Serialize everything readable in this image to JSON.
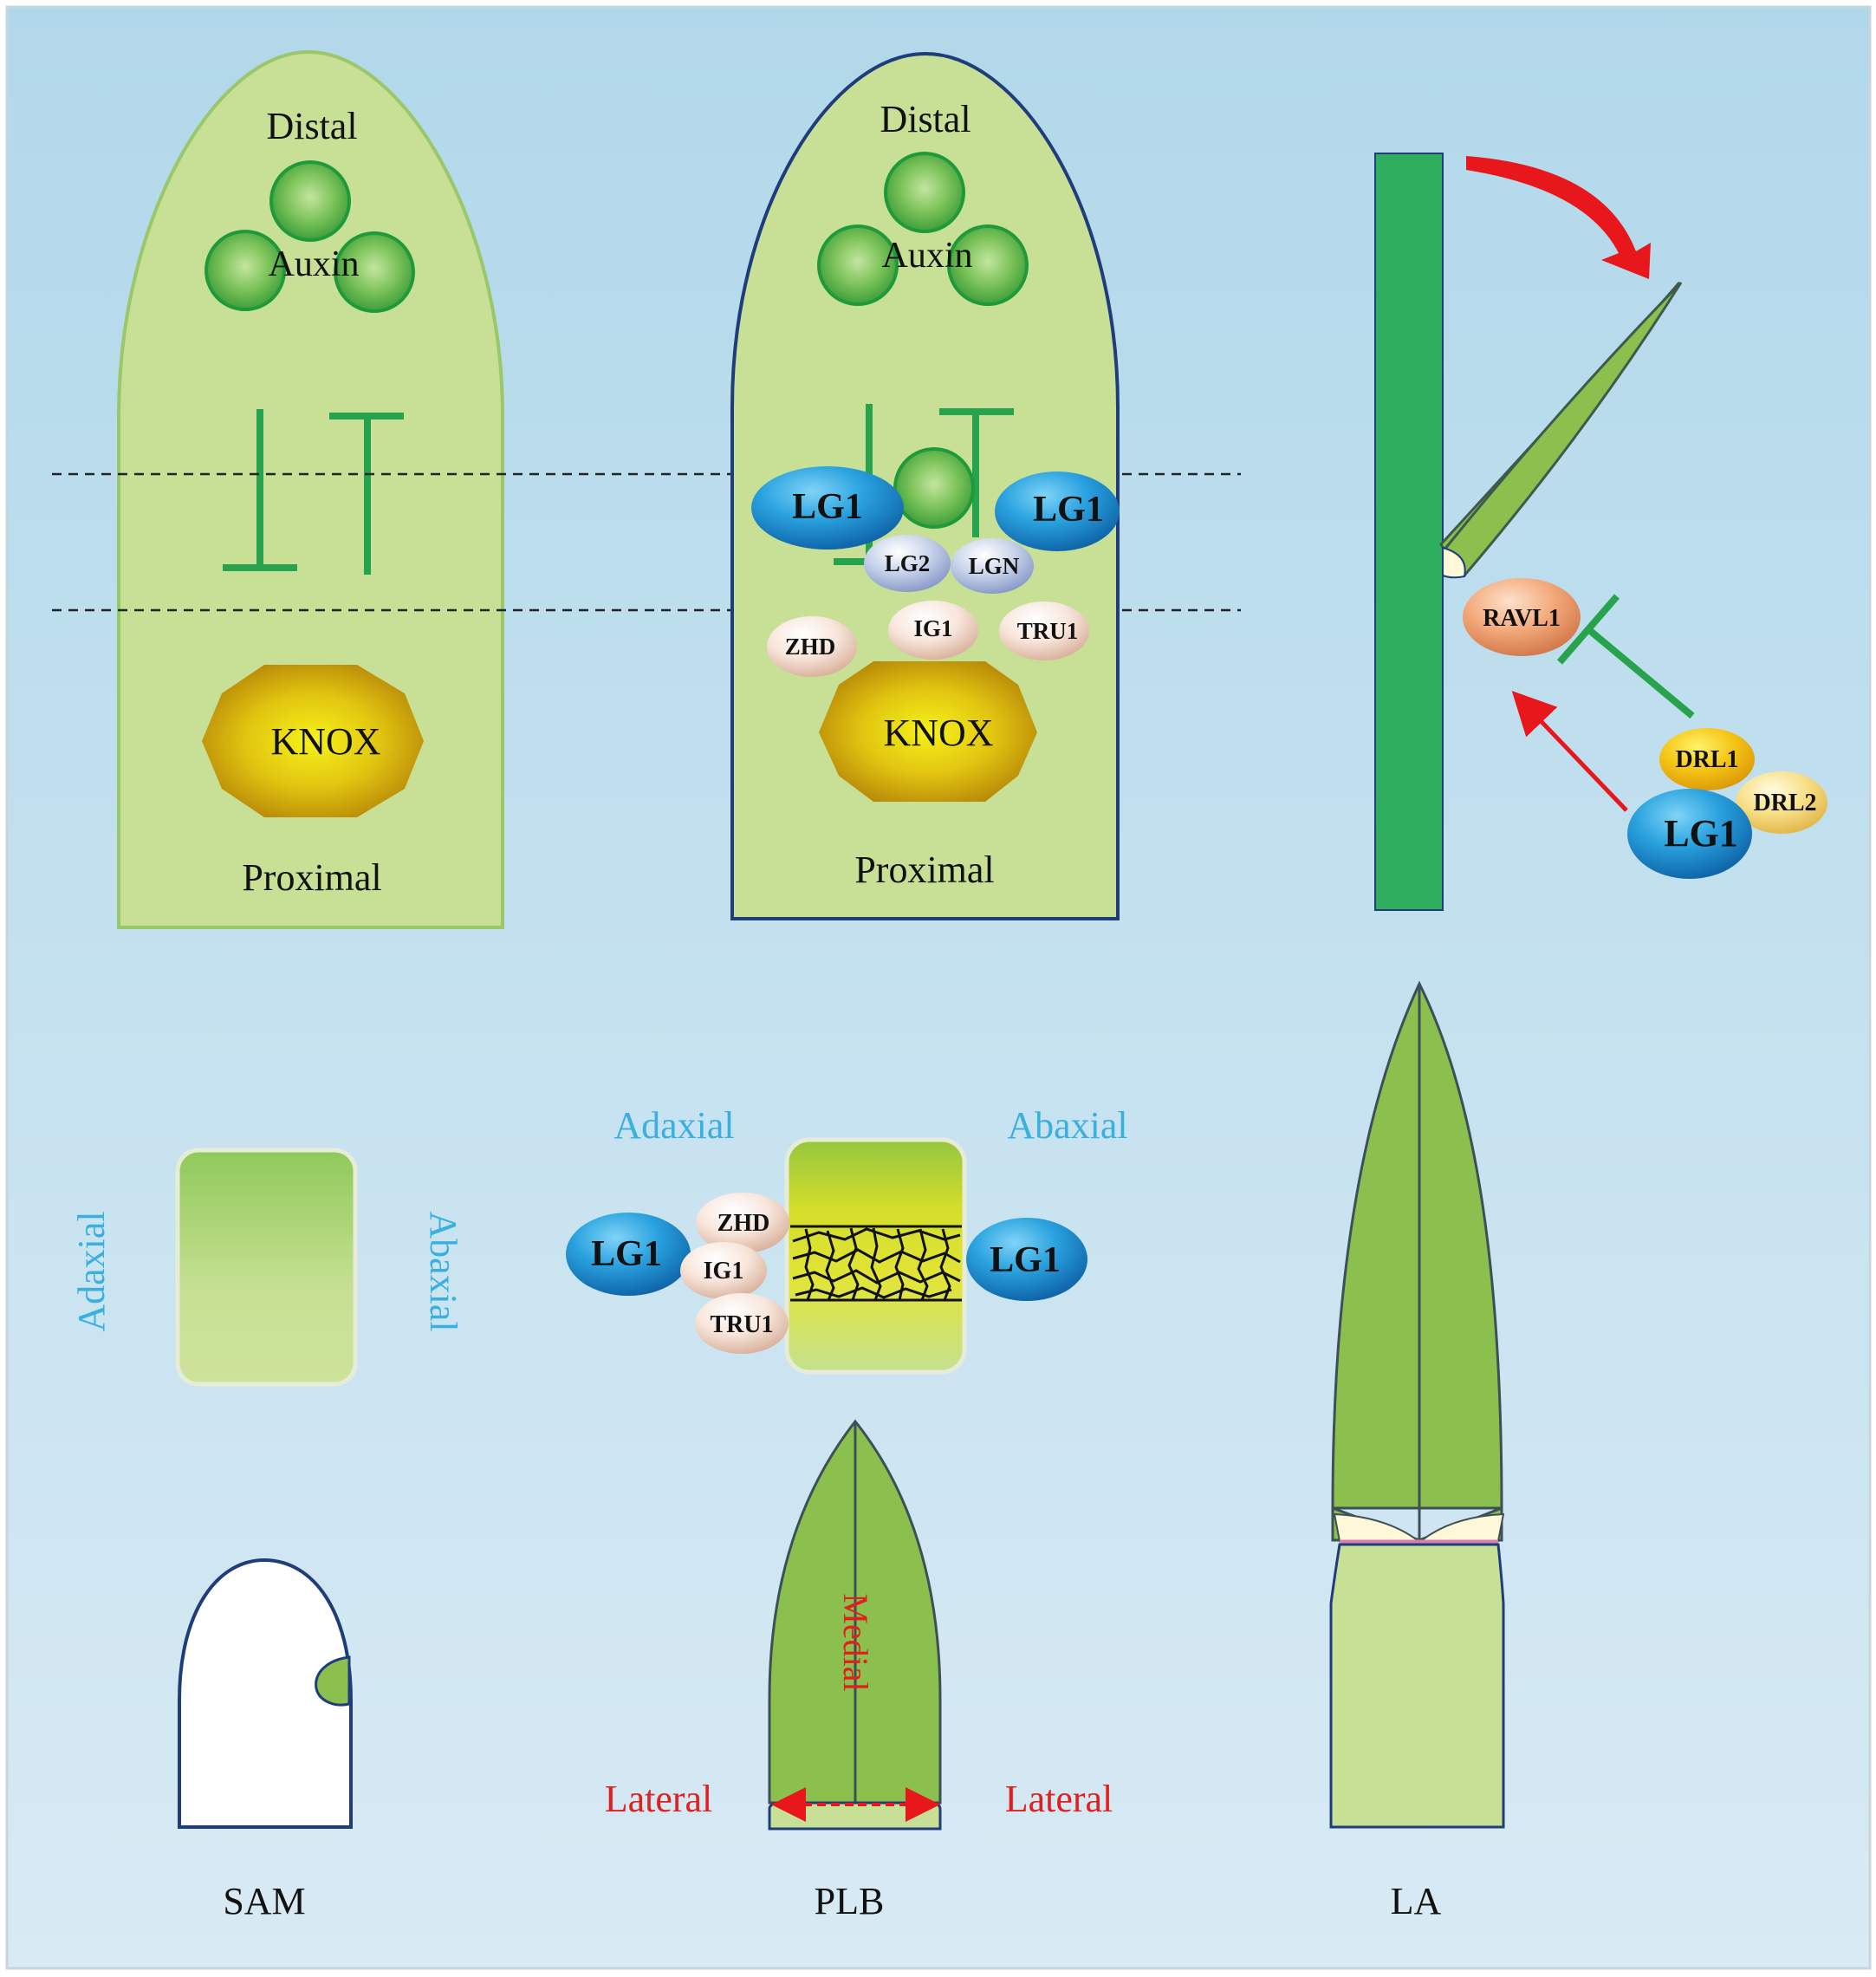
{
  "labels": {
    "distal_1": "Distal",
    "distal_2": "Distal",
    "auxin_1": "Auxin",
    "auxin_2": "Auxin",
    "proximal_1": "Proximal",
    "proximal_2": "Proximal",
    "knox_1": "KNOX",
    "knox_2": "KNOX",
    "adaxial_left": "Adaxial",
    "abaxial_right": "Abaxial",
    "adaxial_top": "Adaxial",
    "abaxial_top": "Abaxial",
    "medial": "Medial",
    "lateral_left": "Lateral",
    "lateral_right": "Lateral",
    "stage_sam": "SAM",
    "stage_plb": "PLB",
    "stage_la": "LA"
  },
  "proteins": {
    "lg1": "LG1",
    "lg2": "LG2",
    "lgn": "LGN",
    "ig1": "IG1",
    "tru1": "TRU1",
    "zhd": "ZHD",
    "ravl1": "RAVL1",
    "drl1": "DRL1",
    "drl2": "DRL2"
  },
  "colors": {
    "background_top": "#b3d9ea",
    "background_bottom": "#d6e9f3",
    "leaf_light": "#c7e096",
    "leaf_mid": "#8bc04e",
    "stem_green": "#2eae5e",
    "inhibit_green": "#27a34e",
    "outline_navy": "#1f3d7a",
    "knox_gold": "#c9a30a",
    "lg1_blue": "#1f8fcf",
    "axis_blue_text": "#3ab0e0",
    "lateral_red_text": "#e0201e",
    "arrow_red": "#e8171b",
    "ligule_pink": "#d67fb0"
  }
}
